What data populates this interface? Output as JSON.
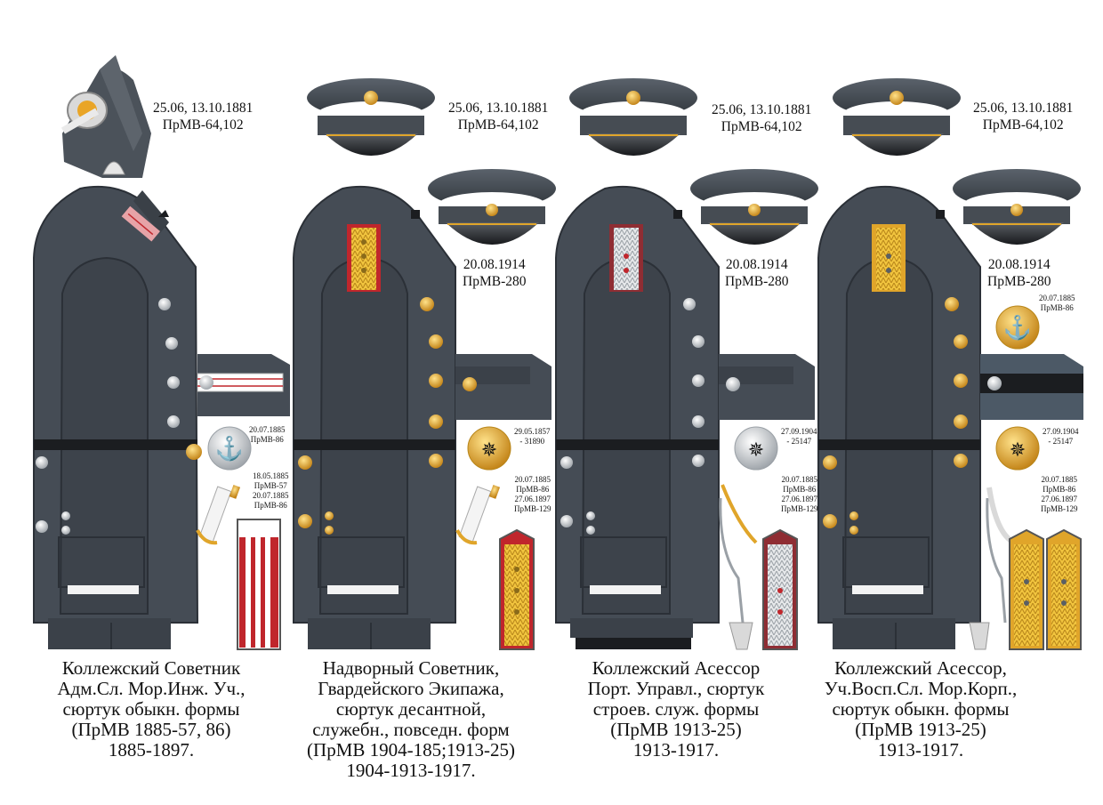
{
  "colors": {
    "uniform": "#454c55",
    "uniform_dark": "#2b3037",
    "gold": "#e0a52a",
    "silver": "#c9ccd0",
    "red": "#c0262c",
    "black_tape": "#1b1d20"
  },
  "figures": [
    {
      "caption": [
        "Коллежский Советник",
        "Адм.Сл. Мор.Инж. Уч.,",
        "сюртук обыкн. формы",
        "(ПрМВ 1885-57, 86)",
        "1885-1897."
      ],
      "top_label": [
        "25.06, 13.10.1881",
        "ПрМВ-64,102"
      ],
      "mid_label": [],
      "notes": [
        [
          "20.07.1885",
          "ПрМВ-86"
        ],
        [
          "18.05.1885",
          "ПрМВ-57",
          "20.07.1885",
          "ПрМВ-86"
        ]
      ]
    },
    {
      "caption": [
        "Надворный Советник,",
        "Гвардейского Экипажа,",
        "сюртук десантной,",
        "служебн., повседн. форм",
        "(ПрМВ 1904-185;1913-25)",
        "1904-1913-1917."
      ],
      "top_label": [
        "25.06, 13.10.1881",
        "ПрМВ-64,102"
      ],
      "mid_label": [
        "20.08.1914",
        "ПрМВ-280"
      ],
      "notes": [
        [
          "29.05.1857",
          "- 31890"
        ],
        [
          "20.07.1885",
          "ПрМВ-86",
          "27.06.1897",
          "ПрМВ-129"
        ]
      ]
    },
    {
      "caption": [
        "Коллежский Асессор",
        "Порт. Управл., сюртук",
        "строев. служ. формы",
        "(ПрМВ 1913-25)",
        "1913-1917."
      ],
      "top_label": [
        "25.06, 13.10.1881",
        "ПрМВ-64,102"
      ],
      "mid_label": [
        "20.08.1914",
        "ПрМВ-280"
      ],
      "notes": [
        [
          "27.09.1904",
          "- 25147"
        ],
        [
          "20.07.1885",
          "ПрМВ-86",
          "27.06.1897",
          "ПрМВ-129"
        ]
      ]
    },
    {
      "caption": [
        "Коллежский Асессор,",
        "Уч.Восп.Сл. Мор.Корп.,",
        "сюртук  обыкн. формы",
        "(ПрМВ 1913-25)",
        "1913-1917."
      ],
      "top_label": [
        "25.06, 13.10.1881",
        "ПрМВ-64,102"
      ],
      "mid_label": [
        "20.08.1914",
        "ПрМВ-280"
      ],
      "notes": [
        [
          "20.07.1885",
          "ПрМВ-86"
        ],
        [
          "27.09.1904",
          "- 25147"
        ],
        [
          "20.07.1885",
          "ПрМВ-86",
          "27.06.1897",
          "ПрМВ-129"
        ]
      ]
    }
  ]
}
